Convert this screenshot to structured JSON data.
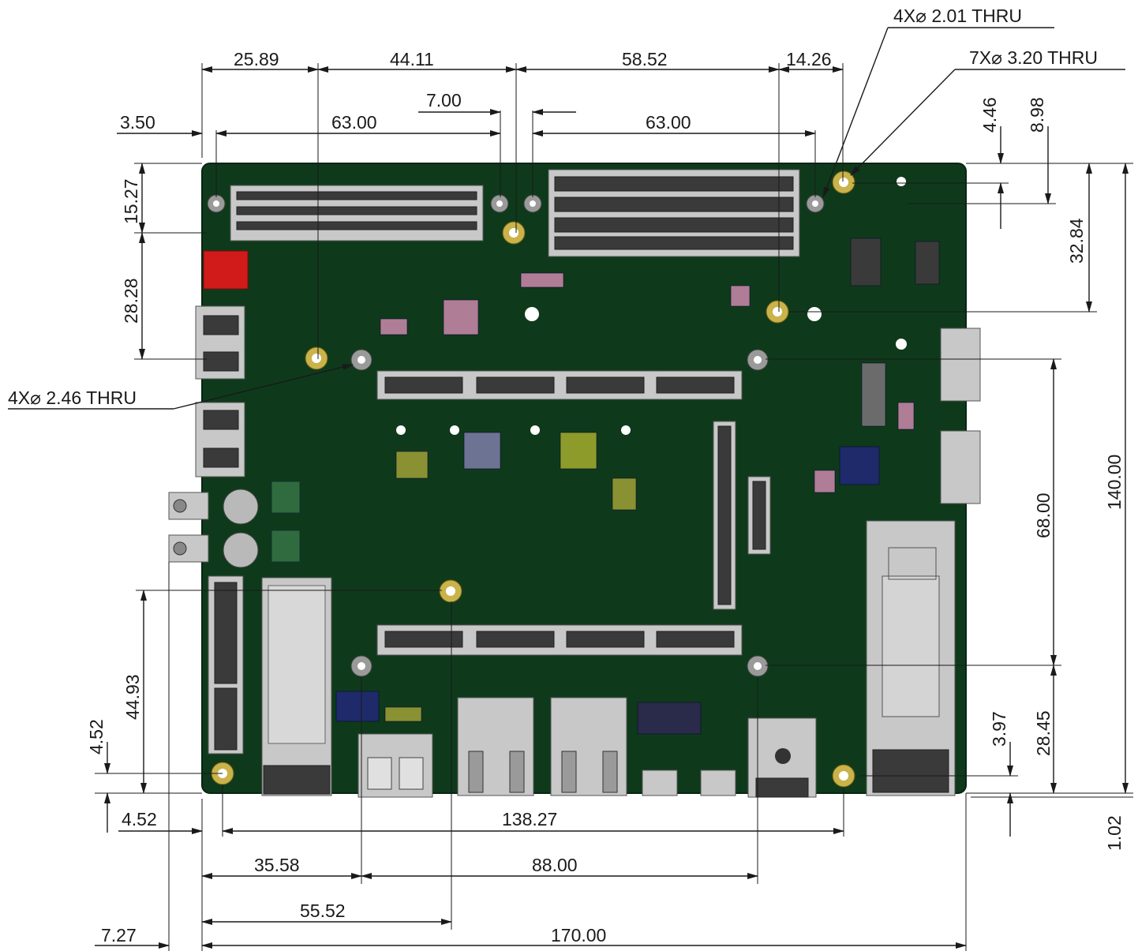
{
  "drawing": {
    "board_colors": {
      "pcb": "#0e3a1b",
      "pcb_edge": "#0a2512",
      "connector": "#bfbfbf",
      "mount_ring": "#c9b34a",
      "red_connector": "#d11b1b"
    },
    "hole_callouts": {
      "small_holes": "4X⌀ 2.01 THRU",
      "medium_holes": "7X⌀ 3.20 THRU",
      "large_holes": "4X⌀ 2.46 THRU"
    },
    "dimensions": {
      "top_25_89": "25.89",
      "top_44_11": "44.11",
      "top_58_52": "58.52",
      "top_14_26": "14.26",
      "top_7_00": "7.00",
      "top_3_50": "3.50",
      "top_63_left": "63.00",
      "top_63_right": "63.00",
      "left_15_27": "15.27",
      "left_28_28": "28.28",
      "left_44_93": "44.93",
      "left_4_52_vert": "4.52",
      "right_4_46": "4.46",
      "right_8_98": "8.98",
      "right_32_84": "32.84",
      "right_140_00": "140.00",
      "right_68_00": "68.00",
      "right_28_45": "28.45",
      "right_3_97": "3.97",
      "right_1_02": "1.02",
      "bottom_4_52": "4.52",
      "bottom_138_27": "138.27",
      "bottom_35_58": "35.58",
      "bottom_88_00": "88.00",
      "bottom_55_52": "55.52",
      "bottom_7_27": "7.27",
      "bottom_170_00": "170.00"
    }
  }
}
